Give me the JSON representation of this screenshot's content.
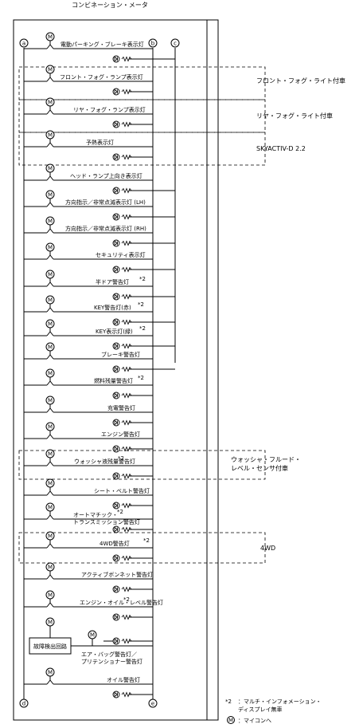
{
  "title": "コンビネーション・メータ",
  "nodes": [
    "a",
    "b",
    "c",
    "d",
    "e"
  ],
  "motor_symbol": "M",
  "rows": [
    {
      "label": "電動パーキング・ブレーキ表示灯",
      "note": "",
      "bus": "c"
    },
    {
      "label": "フロント・フォグ・ランプ表示灯",
      "note": "",
      "bus": "b"
    },
    {
      "label": "リヤ・フォグ・ランプ表示灯",
      "note": "",
      "bus": "b"
    },
    {
      "label": "予熱表示灯",
      "note": "",
      "bus": "b"
    },
    {
      "label": "ヘッド・ランプ上向き表示灯",
      "note": "",
      "bus": "c"
    },
    {
      "label": "方向指示／非常点滅表示灯 (LH)",
      "note": "",
      "bus": "c"
    },
    {
      "label": "方向指示／非常点滅表示灯 (RH)",
      "note": "",
      "bus": "c"
    },
    {
      "label": "セキュリティ表示灯",
      "note": "",
      "bus": "c"
    },
    {
      "label": "半ドア警告灯",
      "note": "*2",
      "bus": "c"
    },
    {
      "label": "KEY警告灯(赤)",
      "note": "*2",
      "bus": "c"
    },
    {
      "label": "KEY表示灯(緑)",
      "note": "*2",
      "bus": "c"
    },
    {
      "label": "ブレーキ警告灯",
      "note": "",
      "bus": "c"
    },
    {
      "label": "燃料残量警告灯",
      "note": "*2",
      "bus": "b"
    },
    {
      "label": "充電警告灯",
      "note": "",
      "bus": "b"
    },
    {
      "label": "エンジン警告灯",
      "note": "",
      "bus": "b"
    },
    {
      "label": "ウォッシャ液残量警告灯",
      "note": "*2",
      "bus": "b"
    },
    {
      "label": "シート・ベルト警告灯",
      "note": "",
      "bus": "b"
    },
    {
      "label": "オートマチック・|トランスミッション警告灯",
      "note": "*2",
      "bus": "b"
    },
    {
      "label": "4WD警告灯",
      "note": "*2",
      "bus": "b"
    },
    {
      "label": "アクティブボンネット警告灯",
      "note": "",
      "bus": "b"
    },
    {
      "label": "エンジン・オイル・レベル警告灯",
      "note": "*2",
      "bus": "b"
    },
    {
      "label": "エア・バッグ警告灯／|プリテンショナー警告灯",
      "note": "",
      "bus": "b"
    },
    {
      "label": "オイル警告灯",
      "note": "",
      "bus": "b"
    }
  ],
  "fault_circuit_label": "故障検出回路",
  "option_groups": [
    {
      "label": "フロント・フォグ・ライト付車"
    },
    {
      "label": "リヤ・フォグ・ライト付車"
    },
    {
      "label": "SKYACTIV-D 2.2"
    },
    {
      "label": "ウォッシャ・フルード・|レベル・センサ付車"
    },
    {
      "label": "4WD"
    }
  ],
  "legend": {
    "note_mark": "*2",
    "note_text": "：マルチ・インフォメーション・|ディスプレイ無車",
    "motor_text": "：マイコンへ"
  }
}
